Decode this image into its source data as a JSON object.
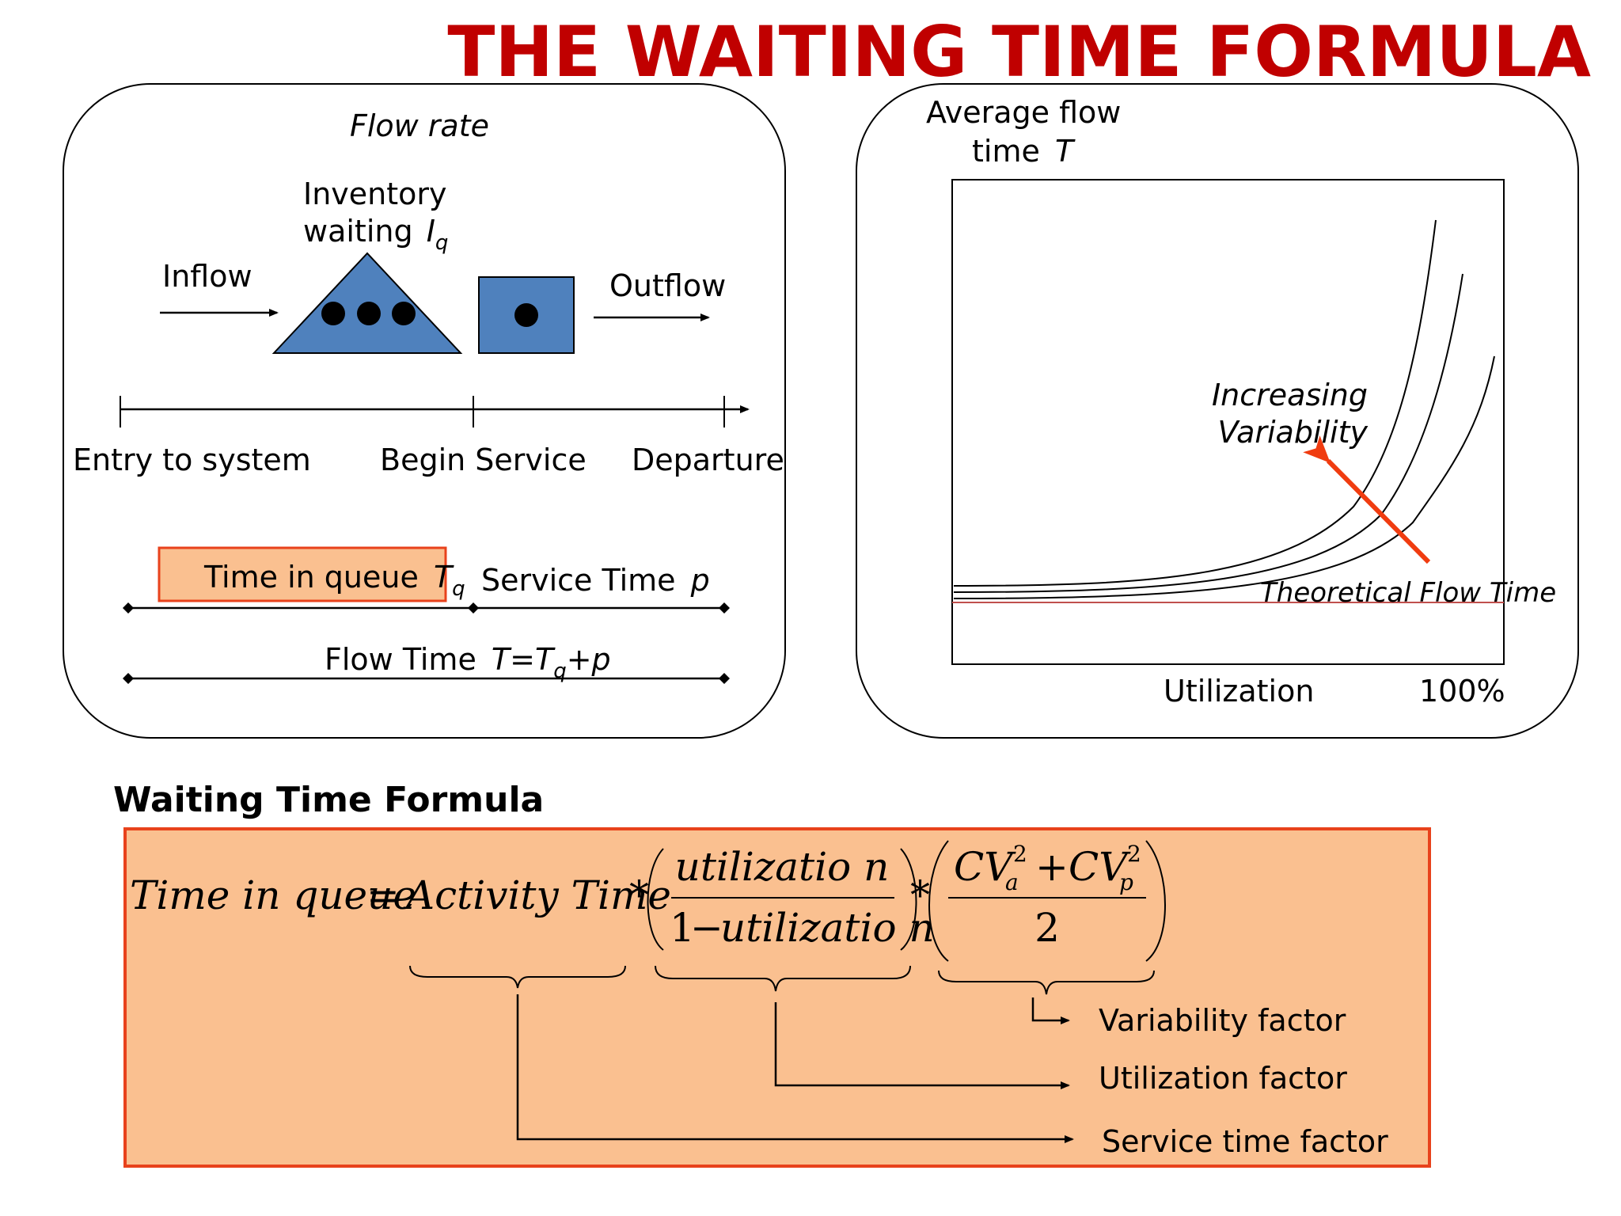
{
  "title": "THE WAITING TIME FORMULA",
  "left_panel": {
    "flow_rate": "Flow rate",
    "inventory_line1": "Inventory",
    "inventory_line2": "waiting",
    "inventory_symbol": "I",
    "inventory_sub": "q",
    "inflow": "Inflow",
    "outflow": "Outflow",
    "timeline": {
      "entry": "Entry to system",
      "begin": "Begin Service",
      "departure": "Departure"
    },
    "time_in_queue": "Time in queue",
    "time_in_queue_symbol": "T",
    "time_in_queue_sub": "q",
    "service_time": "Service Time",
    "service_time_symbol": "p",
    "flow_time": "Flow Time",
    "flow_time_formula_a": "T=T",
    "flow_time_formula_sub": "q",
    "flow_time_formula_b": "+p"
  },
  "right_panel": {
    "y_label_line1": "Average flow",
    "y_label_line2": "time",
    "y_label_symbol": "T",
    "x_label": "Utilization",
    "x_max": "100%",
    "increasing_line1": "Increasing",
    "increasing_line2": "Variability",
    "theoretical": "Theoretical Flow Time"
  },
  "formula": {
    "heading": "Waiting Time Formula",
    "lhs": "Time in queue",
    "equals": "=",
    "activity_time": "Activity Time",
    "times": "*",
    "util_num": "utilizatio n",
    "util_den_one": "1",
    "util_den_minus": "−",
    "util_den": "utilizatio n",
    "cv_a": "CV",
    "cv_a_sup": "2",
    "cv_a_sub": "a",
    "plus": "+",
    "cv_p": "CV",
    "cv_p_sup": "2",
    "cv_p_sub": "p",
    "two": "2",
    "factors": {
      "variability": "Variability factor",
      "utilization": "Utilization factor",
      "service_time": "Service time factor"
    }
  },
  "colors": {
    "title": "#c00000",
    "shape_fill": "#4f81bd",
    "box_fill": "#fac090",
    "box_border": "#e8421c",
    "arrow_red": "#f03c10",
    "theoretical_line": "#c0504d"
  }
}
